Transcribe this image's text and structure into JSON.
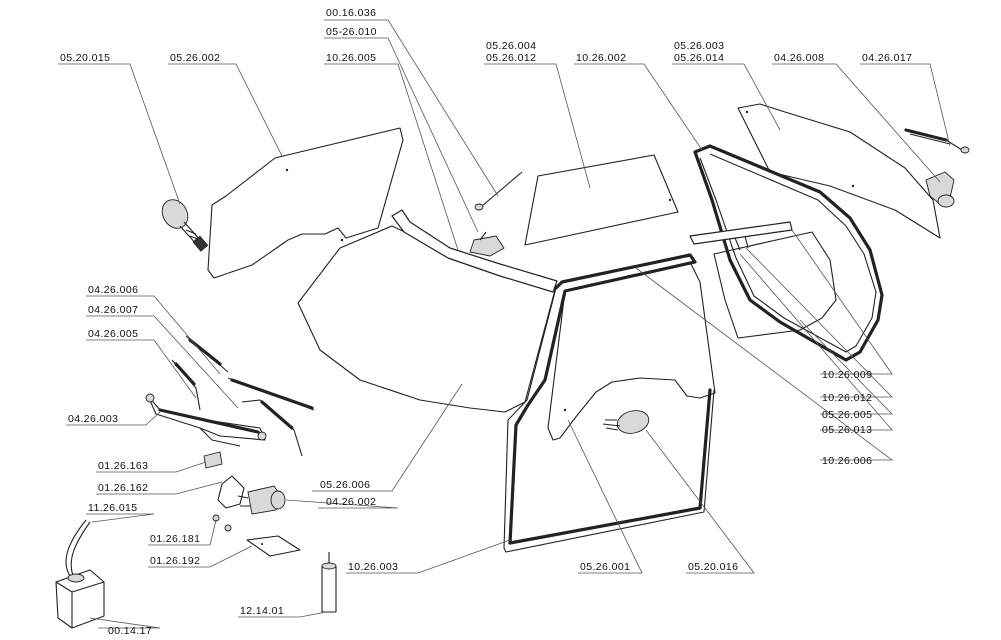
{
  "diagram": {
    "labels": {
      "l_0016036": "00.16.036",
      "l_0526010": "05-26.010",
      "l_1026005": "10.26.005",
      "l_0520015": "05.20.015",
      "l_0526002": "05.26.002",
      "l_0526004": "05.26.004",
      "l_0526012": "05.26.012",
      "l_1026002": "10.26.002",
      "l_0526003": "05.26.003",
      "l_0526014": "05.26.014",
      "l_0426008": "04.26.008",
      "l_0426017": "04.26.017",
      "l_0426006": "04.26.006",
      "l_0426007": "04.26.007",
      "l_0426005": "04.26.005",
      "l_0426003": "04.26.003",
      "l_0126163": "01.26.163",
      "l_0126162": "01.26.162",
      "l_1126015": "11.26.015",
      "l_0126181": "01.26.181",
      "l_0126192": "01.26.192",
      "l_001417": "00.14.17",
      "l_121401": "12.14.01",
      "l_0526006": "05.26.006",
      "l_0426002": "04.26.002",
      "l_1026003": "10.26.003",
      "l_0526001": "05.26.001",
      "l_0520016": "05.20.016",
      "l_1026009": "10.26.009",
      "l_1026012": "10.26.012",
      "l_0526005": "05.26.005",
      "l_0526013": "05.26.013",
      "l_1026006": "10.26.006"
    }
  }
}
